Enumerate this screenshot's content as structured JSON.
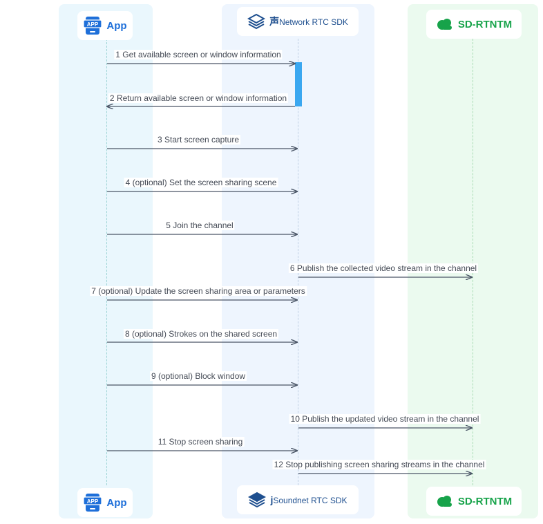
{
  "actors": {
    "app": {
      "label": "App"
    },
    "sdk_top": {
      "label": "Network RTC SDK",
      "prefix": "声"
    },
    "sdk_bottom": {
      "label": "Soundnet RTC SDK",
      "prefix": "j"
    },
    "rtn": {
      "label": "SD-RTNTM"
    }
  },
  "messages": [
    {
      "label": "1 Get available screen or window information"
    },
    {
      "label": "2 Return available screen or window information"
    },
    {
      "label": "3 Start screen capture"
    },
    {
      "label": "4 (optional) Set the screen sharing scene"
    },
    {
      "label": "5 Join the channel"
    },
    {
      "label": "6 Publish the collected video stream in the channel"
    },
    {
      "label": "7 (optional) Update the screen sharing area or parameters"
    },
    {
      "label": "8 (optional) Strokes on the shared screen"
    },
    {
      "label": "9 (optional) Block window"
    },
    {
      "label": "10 Publish the updated video stream in the channel"
    },
    {
      "label": "11 Stop screen sharing"
    },
    {
      "label": "12 Stop publishing screen sharing streams in the channel"
    }
  ],
  "colors": {
    "app": "#1e6fd9",
    "sdk": "#1e4f8f",
    "rtn": "#17a34a",
    "activation": "#3aa7f0",
    "arrow": "#4a5566"
  }
}
